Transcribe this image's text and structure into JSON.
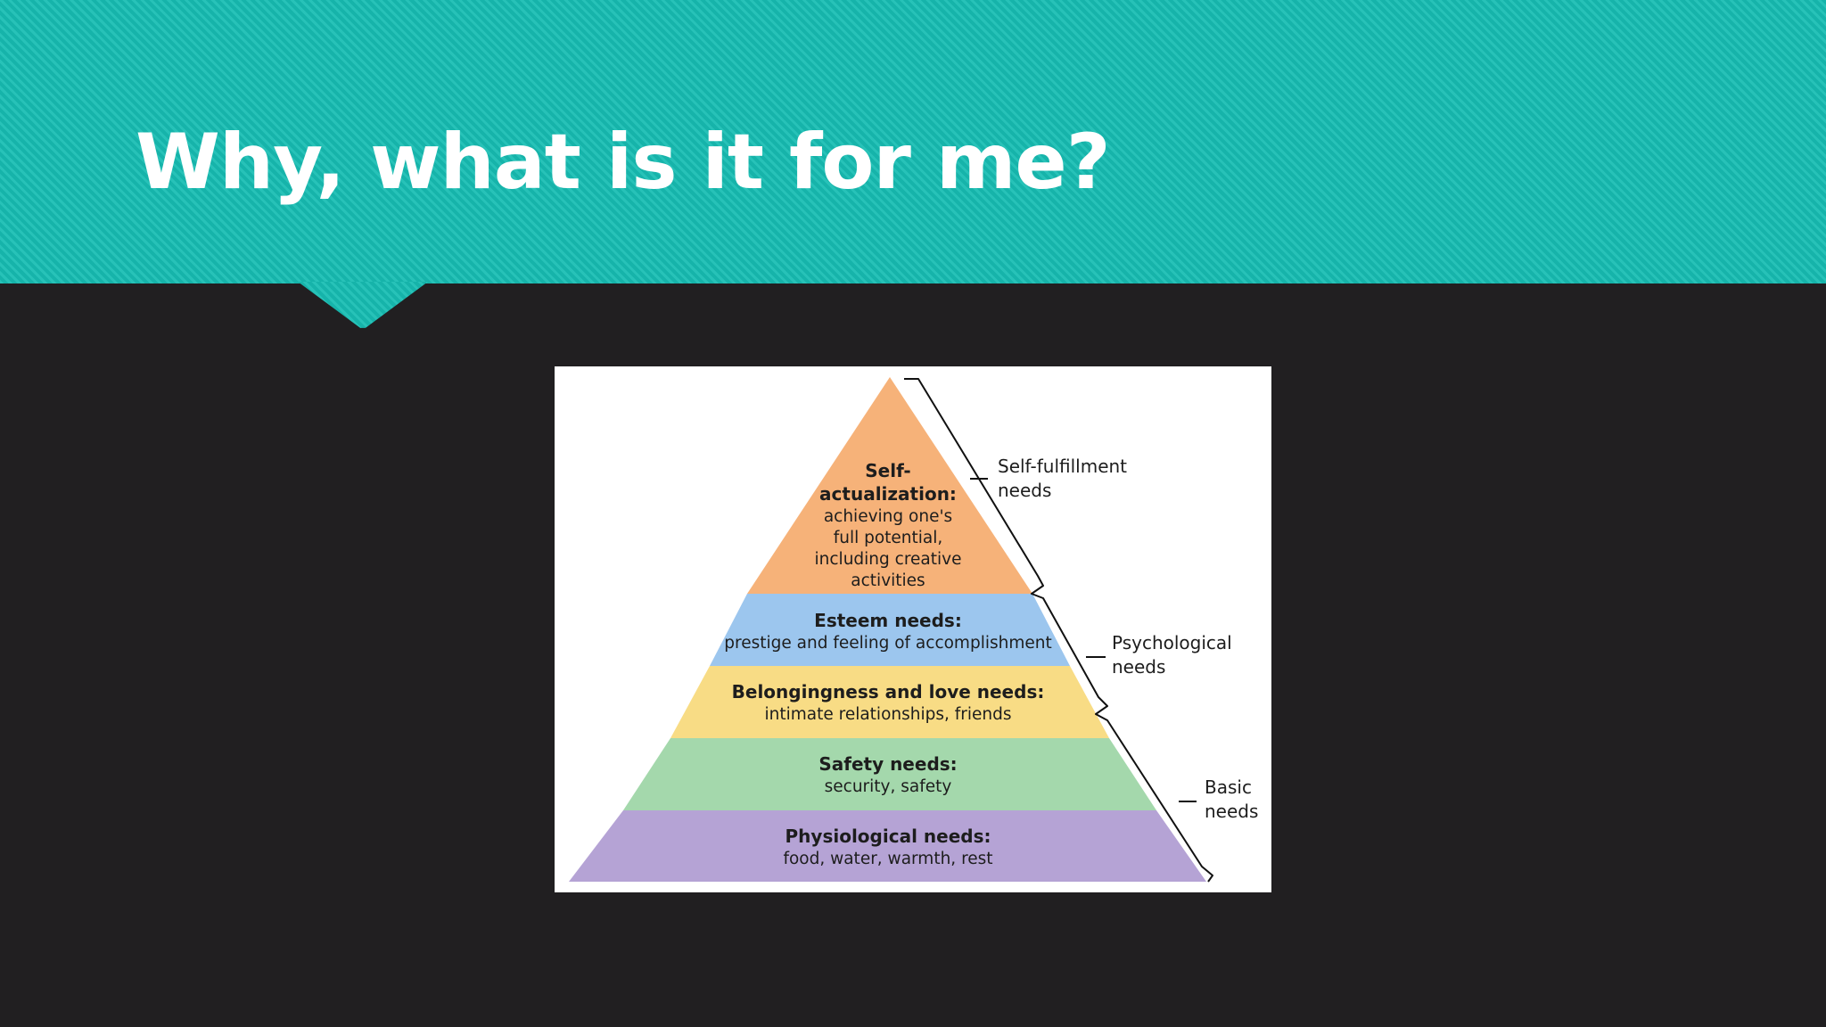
{
  "slide": {
    "title": "Why, what is it for me?",
    "colors": {
      "header": "#17bdb3",
      "background": "#211f21",
      "title": "#ffffff"
    }
  },
  "pyramid": {
    "levels": [
      {
        "title": "Self-",
        "title_line2": "actualization:",
        "desc": [
          "achieving one's",
          "full potential,",
          "including creative",
          "activities"
        ],
        "color": "#f6b279"
      },
      {
        "title": "Esteem needs:",
        "desc": [
          "prestige and feeling of accomplishment"
        ],
        "color": "#9cc6ee"
      },
      {
        "title": "Belongingness and love needs:",
        "desc": [
          "intimate relationships, friends"
        ],
        "color": "#f8dc85"
      },
      {
        "title": "Safety needs:",
        "desc": [
          "security, safety"
        ],
        "color": "#a4d8ac"
      },
      {
        "title": "Physiological needs:",
        "desc": [
          "food, water, warmth, rest"
        ],
        "color": "#b5a3d5"
      }
    ],
    "groups": [
      {
        "line1": "Self-fulfillment",
        "line2": "needs"
      },
      {
        "line1": "Psychological",
        "line2": "needs"
      },
      {
        "line1": "Basic",
        "line2": "needs"
      }
    ]
  }
}
